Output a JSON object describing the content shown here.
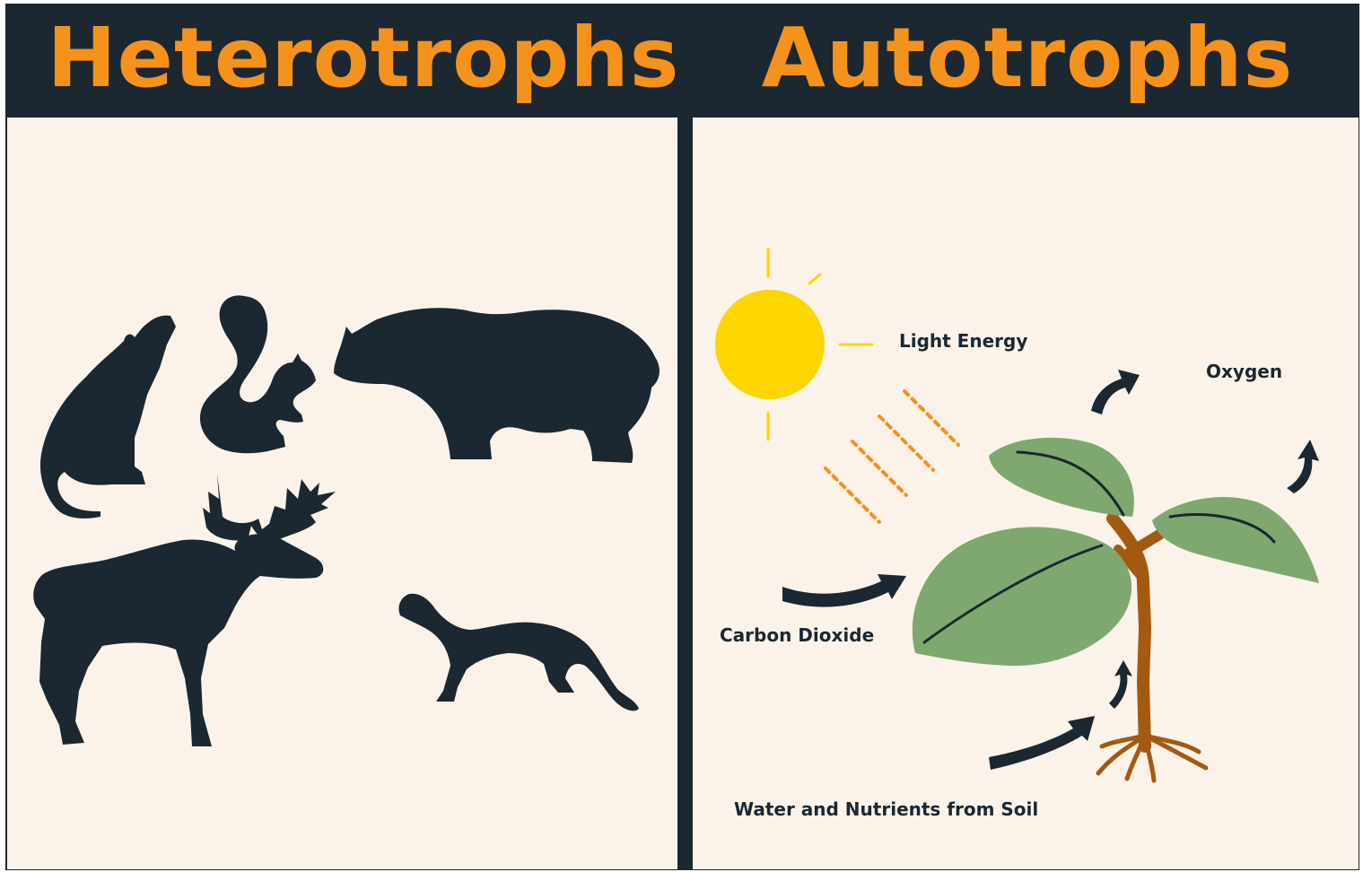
{
  "headings": {
    "left": "Heterotrophs",
    "right": "Autotrophs"
  },
  "labels": {
    "light_energy": "Light Energy",
    "oxygen": "Oxygen",
    "carbon_dioxide": "Carbon Dioxide",
    "water_nutrients": "Water and Nutrients from Soil"
  },
  "colors": {
    "dark": "#1b2731",
    "accent": "#f5921b",
    "panel": "#fbf3ea",
    "sun": "#fdd600",
    "leaf": "#7ea86f",
    "stem": "#a35a10"
  },
  "heterotroph_icons": [
    "wolf-icon",
    "squirrel-icon",
    "bear-icon",
    "moose-icon",
    "weasel-icon"
  ],
  "autotroph_icons": [
    "sun-icon",
    "plant-icon",
    "arrow-icon"
  ]
}
